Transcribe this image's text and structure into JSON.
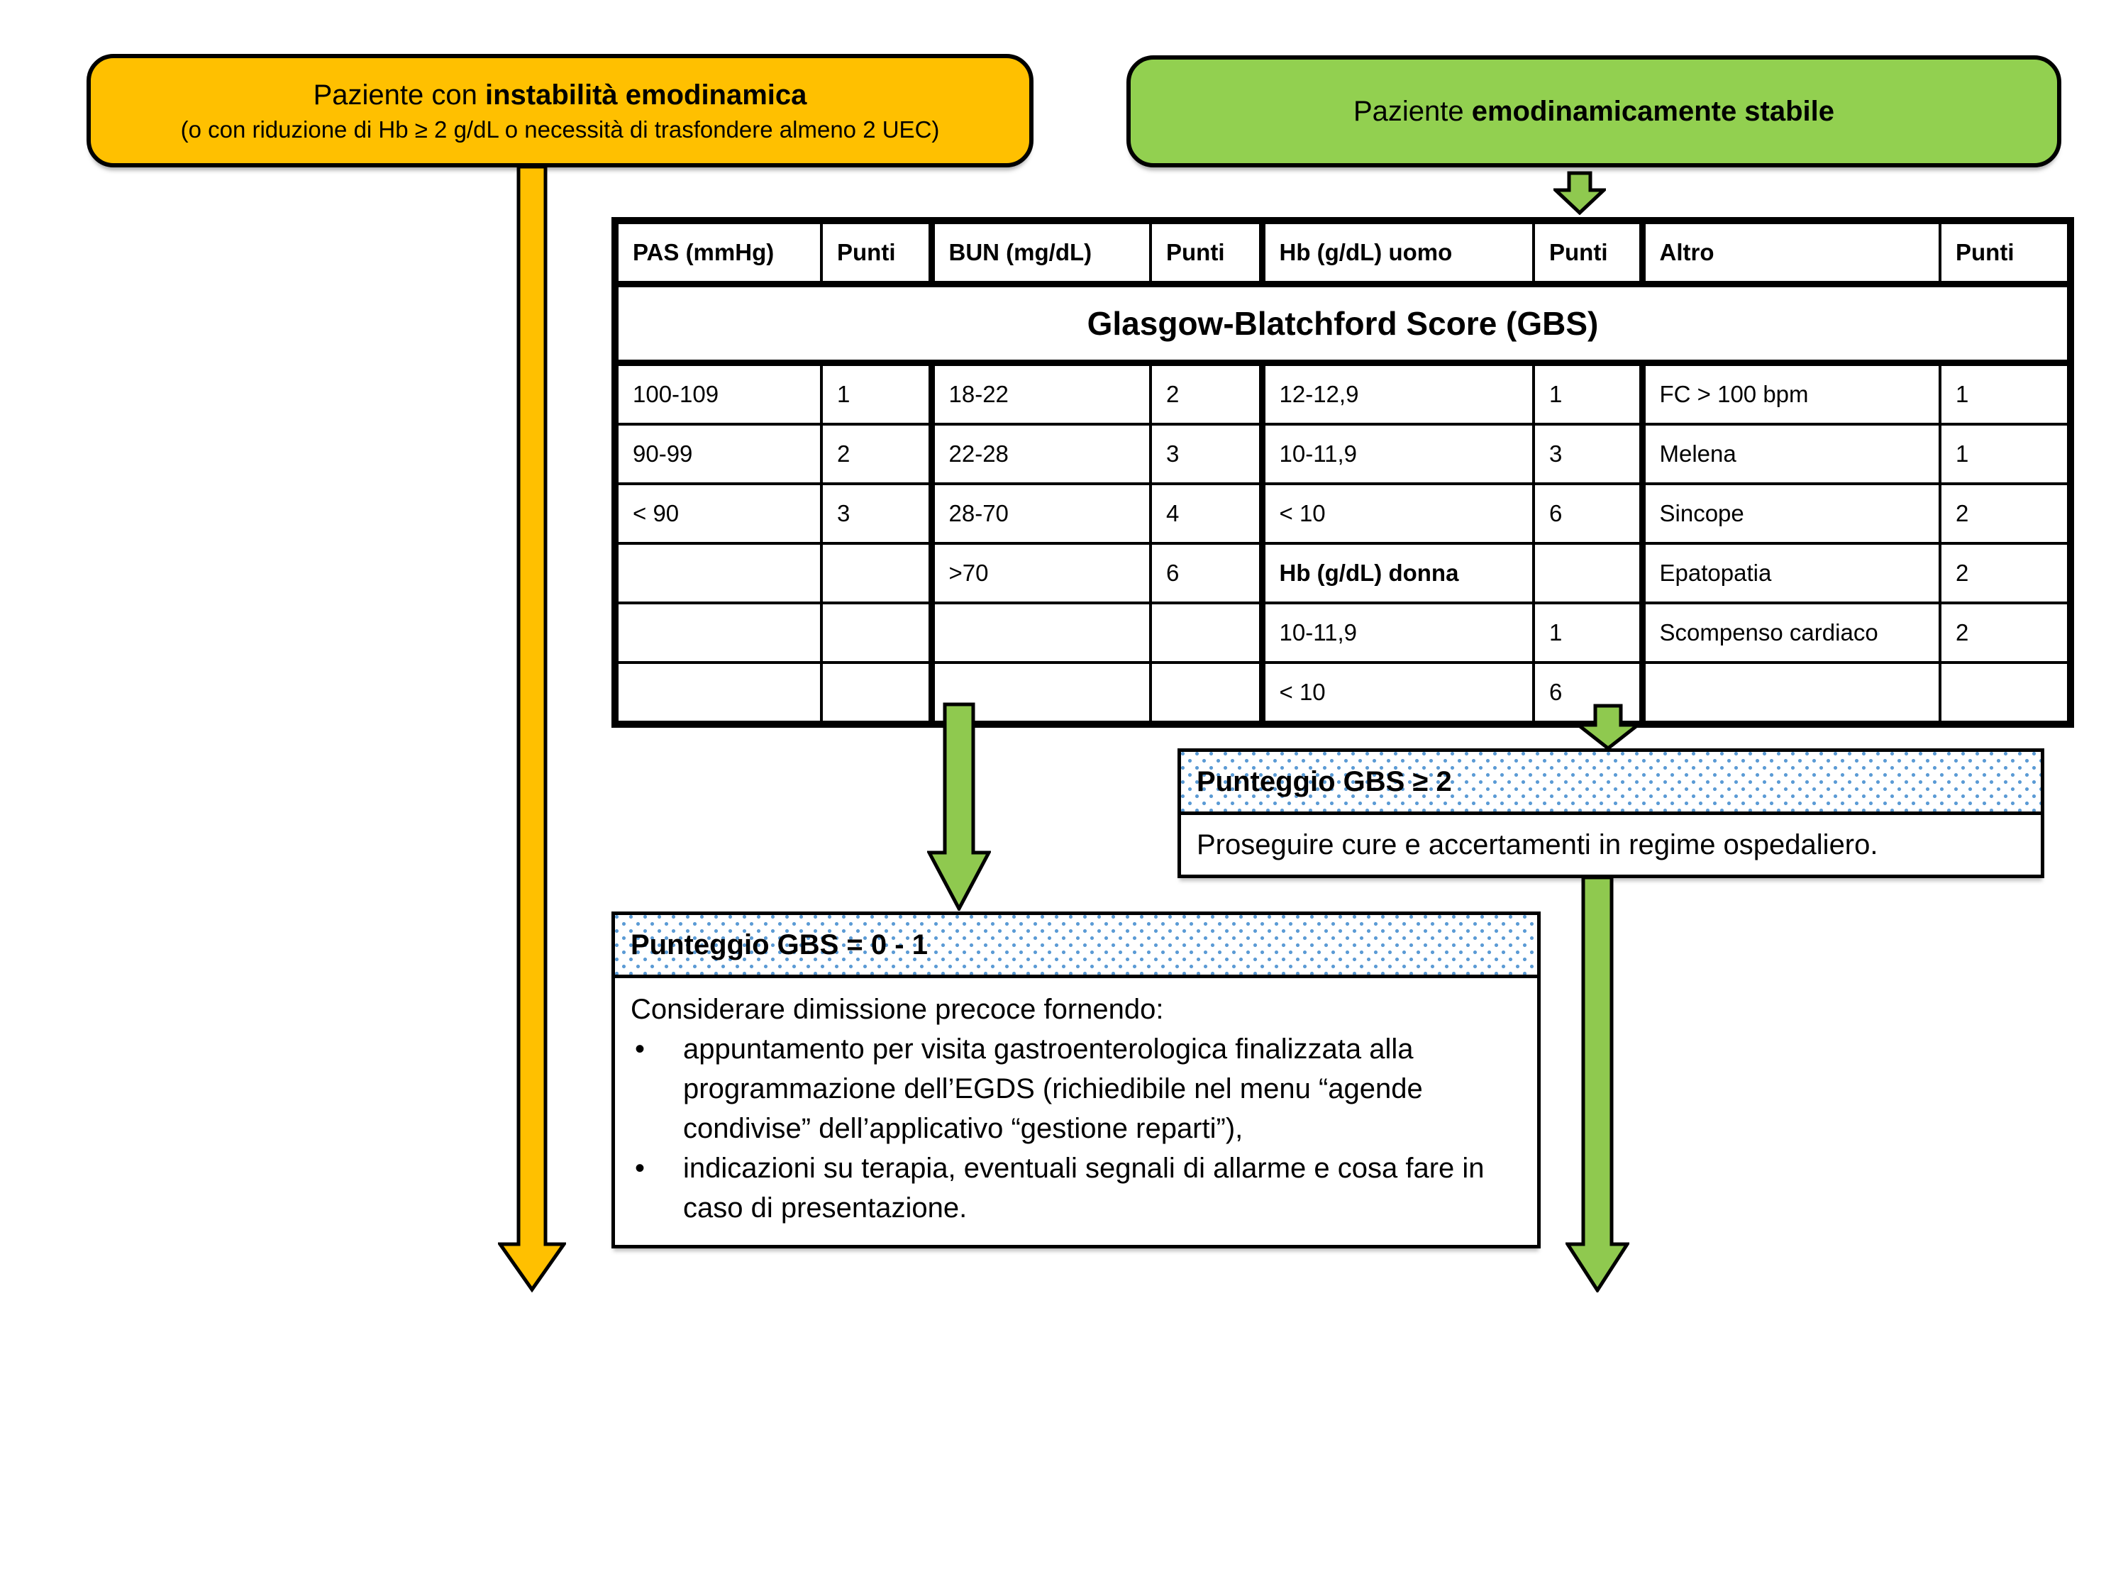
{
  "colors": {
    "unstable_fill": "#FFC000",
    "stable_fill": "#92D050",
    "arrow_green": "#8FC94F",
    "arrow_orange": "#FFC000",
    "pattern_dot_blue": "#5B9BD5",
    "border_black": "#000000"
  },
  "boxes": {
    "unstable": {
      "line1_prefix": "Paziente con ",
      "line1_bold": "instabilità emodinamica",
      "line2": "(o con riduzione di Hb ≥ 2 g/dL o necessità di trasfondere almeno 2 UEC)"
    },
    "stable": {
      "line1_prefix": "Paziente ",
      "line1_bold": "emodinamicamente stabile"
    }
  },
  "table": {
    "title": "Glasgow-Blatchford Score (GBS)",
    "columns": [
      "PAS (mmHg)",
      "Punti",
      "BUN (mg/dL)",
      "Punti",
      "Hb (g/dL) uomo",
      "Punti",
      "Altro",
      "Punti"
    ],
    "rows": [
      [
        "100-109",
        "1",
        "18-22",
        "2",
        "12-12,9",
        "1",
        "FC > 100 bpm",
        "1"
      ],
      [
        "90-99",
        "2",
        "22-28",
        "3",
        "10-11,9",
        "3",
        "Melena",
        "1"
      ],
      [
        "< 90",
        "3",
        "28-70",
        "4",
        "< 10",
        "6",
        "Sincope",
        "2"
      ],
      [
        "",
        "",
        ">70",
        "6",
        "Hb (g/dL) donna",
        "",
        "Epatopatia",
        "2"
      ],
      [
        "",
        "",
        "",
        "",
        "10-11,9",
        "1",
        "Scompenso cardiaco",
        "2"
      ],
      [
        "",
        "",
        "",
        "",
        "< 10",
        "6",
        "",
        ""
      ]
    ]
  },
  "gbs_high": {
    "header": "Punteggio GBS ≥ 2",
    "body": "Proseguire cure e accertamenti in regime ospedaliero."
  },
  "gbs_low": {
    "header": "Punteggio GBS = 0 - 1",
    "intro": "Considerare dimissione precoce fornendo:",
    "bullet_char": "•",
    "bullets": [
      "appuntamento per visita gastroenterologica finalizzata alla programmazione dell’EGDS (richiedibile nel menu “agende condivise” dell’applicativo “gestione reparti”),",
      "indicazioni su terapia, eventuali segnali di allarme e cosa fare in caso di presentazione."
    ]
  }
}
